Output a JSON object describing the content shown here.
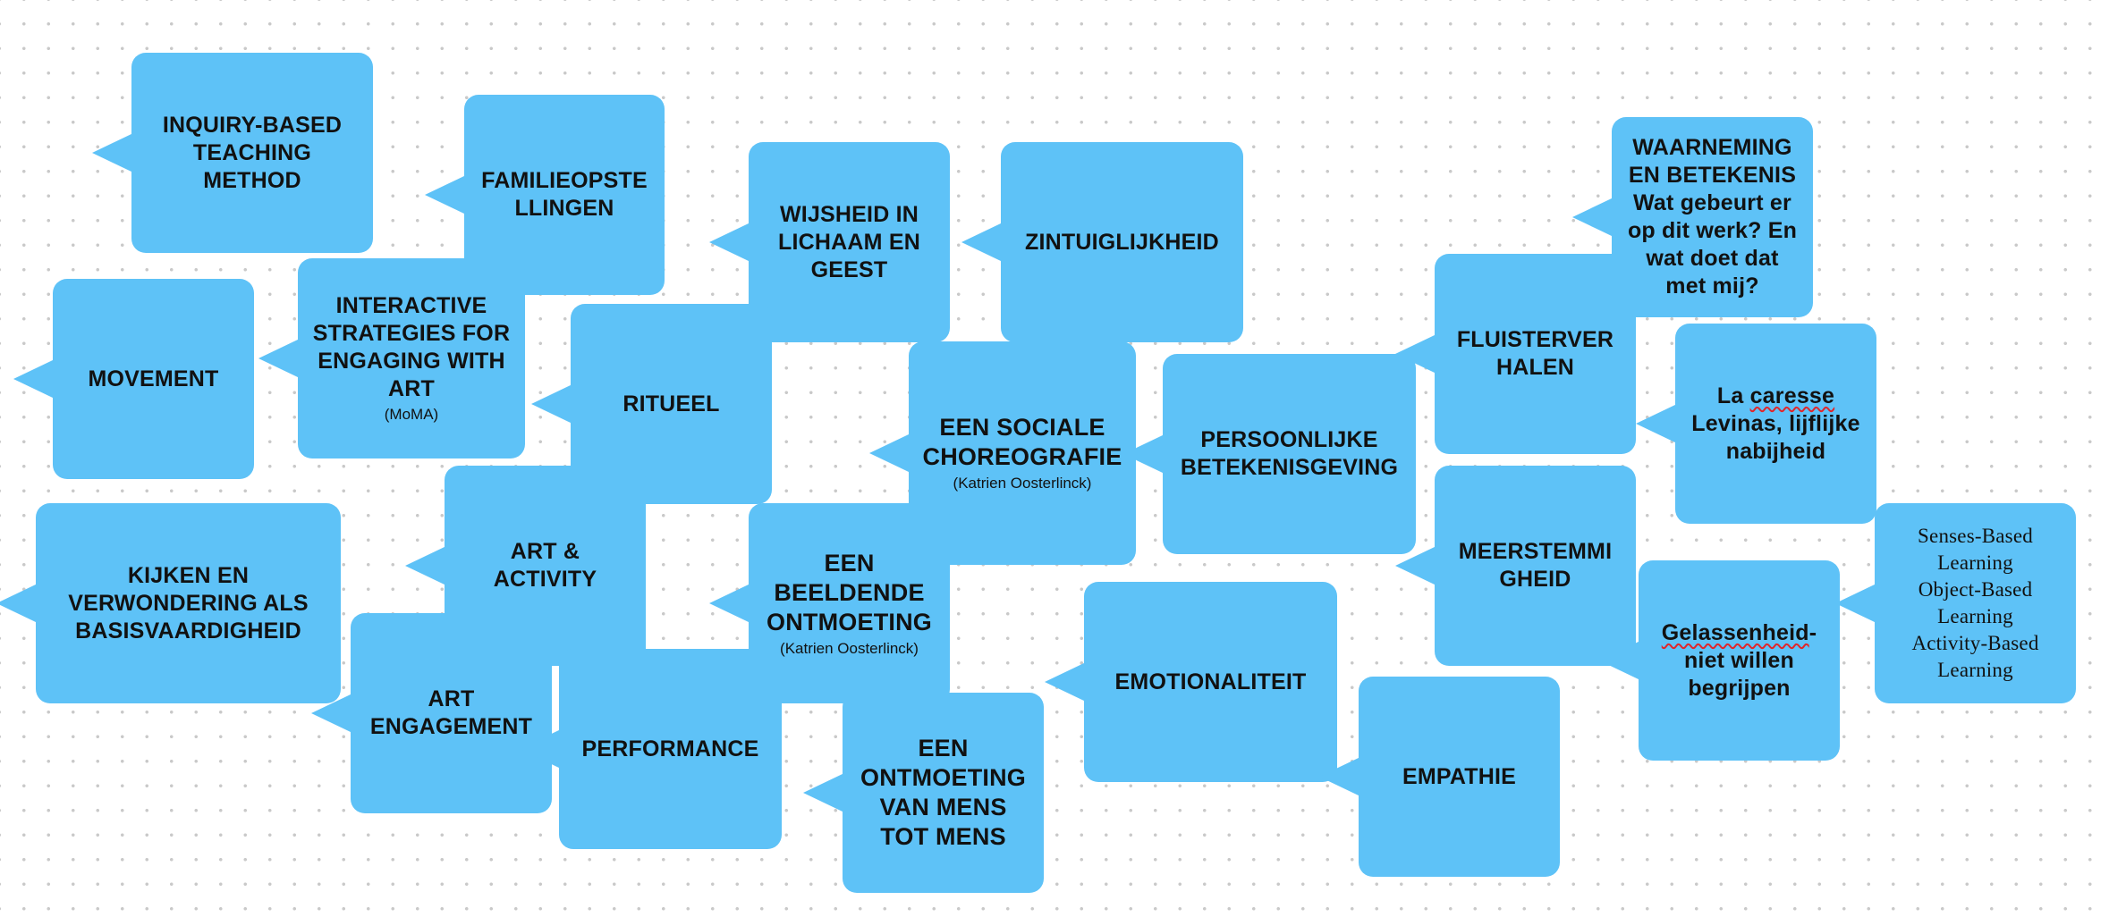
{
  "canvas": {
    "background": "#ffffff",
    "dot_color": "#c9c9c9",
    "note_color": "#5ec2f7"
  },
  "notes": [
    {
      "id": "inquiry-based",
      "text": "INQUIRY-BASED\nTEACHING\nMETHOD"
    },
    {
      "id": "familieopstellingen",
      "text": "FAMILIEOPSTE\nLLINGEN"
    },
    {
      "id": "wijsheid",
      "text": "WIJSHEID IN\nLICHAAM EN\nGEEST"
    },
    {
      "id": "zintuiglijkheid",
      "text": "ZINTUIGLIJKHEID"
    },
    {
      "id": "waarneming",
      "text": "WAARNEMING\nEN BETEKENIS\nWat gebeurt er\nop dit werk? En\nwat doet dat\nmet mij?"
    },
    {
      "id": "movement",
      "text": "MOVEMENT"
    },
    {
      "id": "interactive-strategies",
      "text": "INTERACTIVE\nSTRATEGIES FOR\nENGAGING WITH\nART",
      "sub": "(MoMA)"
    },
    {
      "id": "ritueel",
      "text": "RITUEEL"
    },
    {
      "id": "sociale-choreografie",
      "text": "EEN SOCIALE\nCHOREOGRAFIE",
      "sub": "(Katrien Oosterlinck)"
    },
    {
      "id": "persoonlijke-betekenisgeving",
      "text": "PERSOONLIJKE\nBETEKENISGEVING"
    },
    {
      "id": "fluistervertalen",
      "text": "FLUISTERVER\nHALEN"
    },
    {
      "id": "la-caresse",
      "text_before": "La ",
      "text_marked": "caresse",
      "text_after": "\nLevinas, lijflijke\nnabijheid"
    },
    {
      "id": "kijken-verwondering",
      "text": "KIJKEN EN\nVERWONDERING  ALS\nBASISVAARDIGHEID"
    },
    {
      "id": "art-activity",
      "text": "ART &\nACTIVITY"
    },
    {
      "id": "beeldende-ontmoeting",
      "text": "EEN\nBEELDENDE\nONTMOETING",
      "sub": "(Katrien Oosterlinck)"
    },
    {
      "id": "meerstemmigheid",
      "text": "MEERSTEMMI\nGHEID"
    },
    {
      "id": "senses-based",
      "text": "Senses-Based\nLearning\nObject-Based\nLearning\nActivity-Based\nLearning"
    },
    {
      "id": "emotionaliteit",
      "text": "EMOTIONALITEIT"
    },
    {
      "id": "gelassenheid",
      "text_marked": "Gelassenheid",
      "text_after": "-\nniet willen\nbegrijpen"
    },
    {
      "id": "art-engagement",
      "text": "ART\nENGAGEMENT"
    },
    {
      "id": "performance",
      "text": "PERFORMANCE"
    },
    {
      "id": "ontmoeting-mens",
      "text": "EEN\nONTMOETING\nVAN MENS\nTOT MENS"
    },
    {
      "id": "empathie",
      "text": "EMPATHIE"
    }
  ]
}
